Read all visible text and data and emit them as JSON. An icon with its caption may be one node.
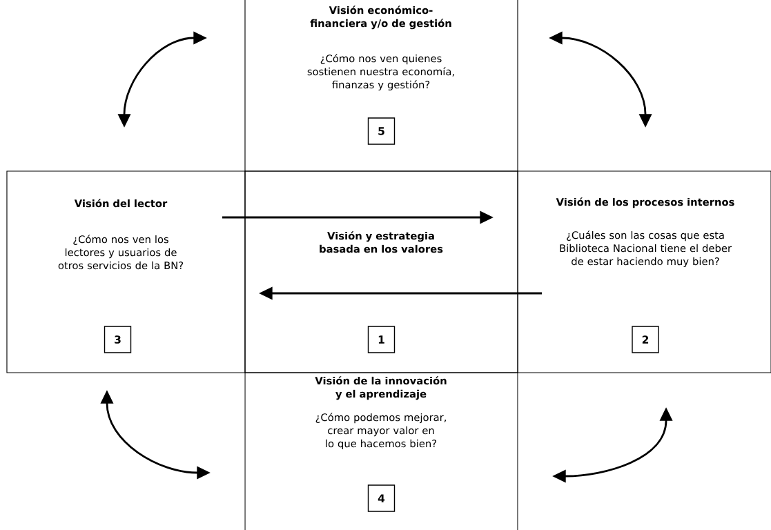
{
  "diagram": {
    "nodes": [
      {
        "text": [
          "Visión económico-financiera y/o de gestión",
          "¿Cómo nos ven quienes sostienen nuestra economía, finanzas y gestión?"
        ]
      },
      {
        "text": [
          "5"
        ],
        "in": 0
      },
      {
        "text": [
          "Visión del lector",
          "¿Cómo nos ven los lectores y usuarios de otros servicios de la BN?"
        ]
      },
      {
        "text": [
          "3"
        ],
        "in": 2
      },
      {
        "text": [
          "Visión y estrategia basada en los valores"
        ]
      },
      {
        "text": [
          "1"
        ],
        "in": 4
      },
      {
        "text": [
          "Visión de los procesos internos",
          "¿Cuáles son las cosas que esta Biblioteca Nacional tiene el deber de estar haciendo muy bien?"
        ]
      },
      {
        "text": [
          "2"
        ],
        "in": 6
      },
      {
        "text": [
          "Visión de la innovación y el aprendizaje",
          "¿Cómo podemos mejorar, crear mayor valor en lo que hacemos bien?"
        ]
      },
      {
        "text": [
          "4"
        ],
        "in": 8
      }
    ],
    "edges": [
      {
        "from": 2,
        "to": 0,
        "arrow": "both"
      },
      {
        "from": 0,
        "to": 6,
        "arrow": "both"
      },
      {
        "from": 2,
        "to": 6,
        "arrow": "to"
      },
      {
        "from": 6,
        "to": 2,
        "arrow": "to"
      },
      {
        "from": 2,
        "to": 8,
        "arrow": "both"
      },
      {
        "from": 8,
        "to": 6,
        "arrow": "both"
      }
    ]
  }
}
